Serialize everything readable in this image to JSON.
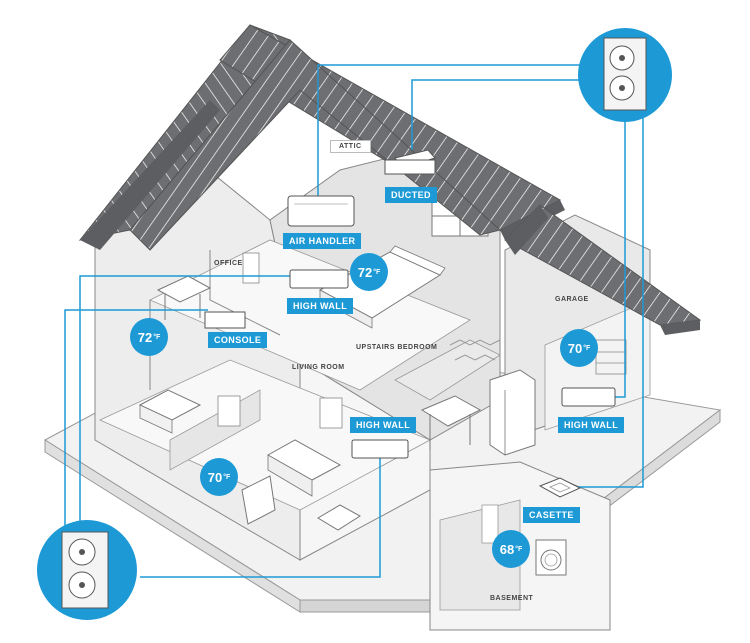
{
  "rooms": {
    "attic": "ATTIC",
    "office": "OFFICE",
    "garage": "GARAGE",
    "upstairs_bedroom": "UPSTAIRS BEDROOM",
    "living_room": "LIVING ROOM",
    "basement": "BASEMENT"
  },
  "units": {
    "ducted": "DUCTED",
    "air_handler": "AIR HANDLER",
    "high_wall_upper": "HIGH WALL",
    "console": "CONSOLE",
    "high_wall_living": "HIGH WALL",
    "high_wall_garage": "HIGH WALL",
    "casette": "CASETTE"
  },
  "temps": {
    "bedroom": "72",
    "office": "72",
    "garage": "70",
    "living": "70",
    "basement": "68",
    "unit": "°F"
  },
  "colors": {
    "accent": "#1d9ad6",
    "roof": "#6d6e71",
    "wall": "#ededed",
    "line": "#1d9ad6"
  },
  "icons": {
    "outdoor_unit_top": "outdoor-condenser-icon",
    "outdoor_unit_bottom": "outdoor-condenser-icon"
  }
}
